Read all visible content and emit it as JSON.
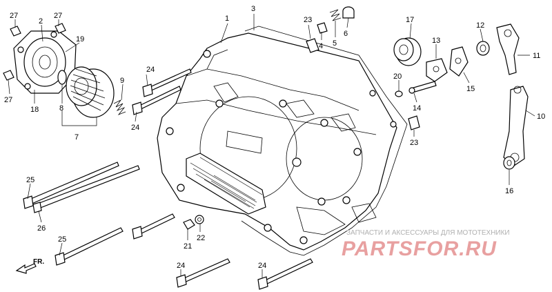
{
  "diagram": {
    "callouts": [
      {
        "id": "c27a",
        "text": "27"
      },
      {
        "id": "c2",
        "text": "2"
      },
      {
        "id": "c27b",
        "text": "27"
      },
      {
        "id": "c19",
        "text": "19"
      },
      {
        "id": "c27c",
        "text": "27"
      },
      {
        "id": "c18",
        "text": "18"
      },
      {
        "id": "c8",
        "text": "8"
      },
      {
        "id": "c9",
        "text": "9"
      },
      {
        "id": "c7",
        "text": "7"
      },
      {
        "id": "c24a",
        "text": "24"
      },
      {
        "id": "c24b",
        "text": "24"
      },
      {
        "id": "c1",
        "text": "1"
      },
      {
        "id": "c3",
        "text": "3"
      },
      {
        "id": "c23a",
        "text": "23"
      },
      {
        "id": "c4",
        "text": "4"
      },
      {
        "id": "c5",
        "text": "5"
      },
      {
        "id": "c6",
        "text": "6"
      },
      {
        "id": "c17",
        "text": "17"
      },
      {
        "id": "c13",
        "text": "13"
      },
      {
        "id": "c12",
        "text": "12"
      },
      {
        "id": "c11",
        "text": "11"
      },
      {
        "id": "c20",
        "text": "20"
      },
      {
        "id": "c14",
        "text": "14"
      },
      {
        "id": "c15",
        "text": "15"
      },
      {
        "id": "c10",
        "text": "10"
      },
      {
        "id": "c23b",
        "text": "23"
      },
      {
        "id": "c16",
        "text": "16"
      },
      {
        "id": "c25a",
        "text": "25"
      },
      {
        "id": "c26",
        "text": "26"
      },
      {
        "id": "c21",
        "text": "21"
      },
      {
        "id": "c22",
        "text": "22"
      },
      {
        "id": "c25b",
        "text": "25"
      },
      {
        "id": "c24c",
        "text": "24"
      },
      {
        "id": "c24d",
        "text": "24"
      }
    ],
    "direction_label": "FR.",
    "watermark": {
      "caption": "ЗАПЧАСТИ И АКСЕССУАРЫ ДЛЯ МОТОТЕХНИКИ",
      "logo": "PARTSFOR.RU"
    }
  },
  "colors": {
    "line": "#000000",
    "background": "#ffffff",
    "watermark_logo": "#e8a0a0",
    "watermark_text": "#b0b0b0"
  }
}
